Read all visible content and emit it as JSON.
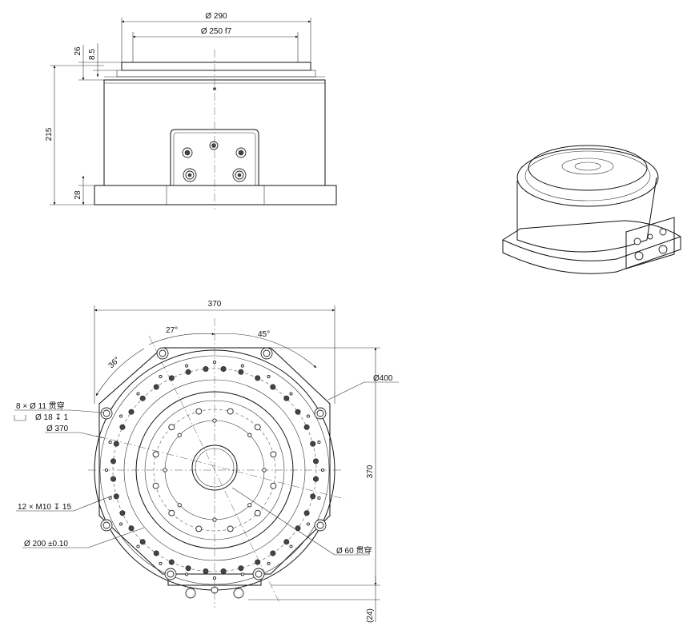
{
  "front_view": {
    "dim_top_outer": "Ø 290",
    "dim_top_inner": "Ø 250 f7",
    "dim_flange_height": "26",
    "dim_step": "8.5",
    "dim_total_height": "215",
    "dim_base_height": "28"
  },
  "top_view": {
    "dim_width": "370",
    "dim_height": "370",
    "dim_bottom_offset": "(24)",
    "angle_27": "27°",
    "angle_45": "45°",
    "angle_36": "36°",
    "callout_through_holes": "8 × Ø 11 贯穿",
    "callout_counterbore": "Ø 18 ↧ 1",
    "callout_d370": "Ø 370",
    "callout_tapped": "12 × M10 ↧ 15",
    "callout_d200": "Ø 200 ±0.10",
    "callout_d400": "Ø400",
    "callout_d60": "Ø 60 贯穿"
  }
}
